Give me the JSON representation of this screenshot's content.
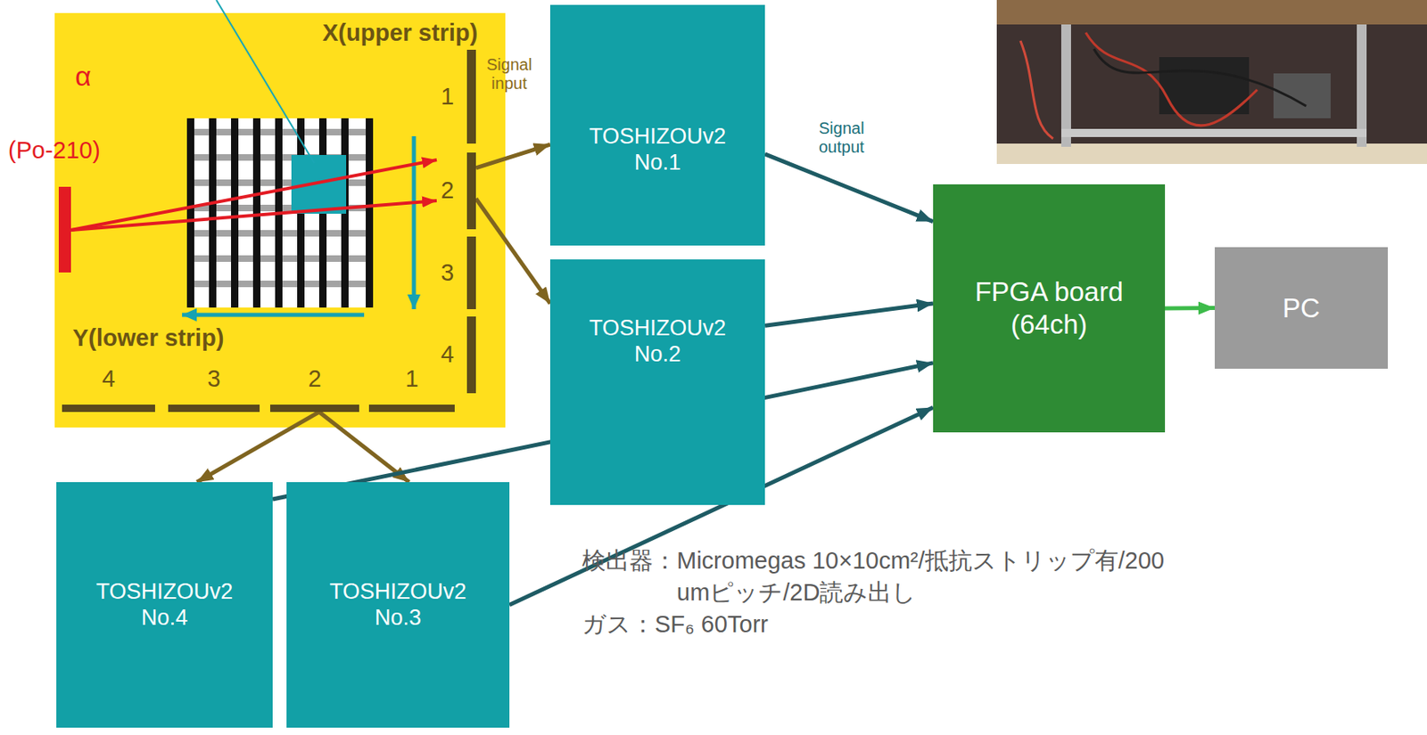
{
  "diagram": {
    "nodes": [
      {
        "text": [
          "X(upper strip)",
          "Y(lower strip)"
        ]
      },
      {
        "text": [
          "1"
        ],
        "in": 0
      },
      {
        "text": [
          "2"
        ],
        "in": 0
      },
      {
        "text": [
          "3"
        ],
        "in": 0
      },
      {
        "text": [
          "4"
        ],
        "in": 0
      },
      {
        "text": [
          "4"
        ],
        "in": 0
      },
      {
        "text": [
          "3"
        ],
        "in": 0
      },
      {
        "text": [
          "2"
        ],
        "in": 0
      },
      {
        "text": [
          "1"
        ],
        "in": 0
      },
      {
        "text": [
          "TOSHIZOUv2 No.1"
        ]
      },
      {
        "text": [
          "TOSHIZOUv2 No.2"
        ]
      },
      {
        "text": [
          "TOSHIZOUv2 No.4"
        ]
      },
      {
        "text": [
          "TOSHIZOUv2 No.3"
        ]
      },
      {
        "text": [
          "FPGA board (64ch)"
        ]
      },
      {
        "text": [
          "PC"
        ]
      }
    ],
    "edges": [
      {
        "from": 2,
        "to": 9,
        "arrow": "to",
        "label": "Signal input"
      },
      {
        "from": 2,
        "to": 10,
        "arrow": "to"
      },
      {
        "from": 7,
        "to": 11,
        "arrow": "to"
      },
      {
        "from": 7,
        "to": 12,
        "arrow": "to"
      },
      {
        "from": 9,
        "to": 13,
        "arrow": "to",
        "label": "Signal output"
      },
      {
        "from": 10,
        "to": 13,
        "arrow": "to"
      },
      {
        "from": 11,
        "to": 13,
        "arrow": "to"
      },
      {
        "from": 12,
        "to": 13,
        "arrow": "to"
      },
      {
        "from": 13,
        "to": 14,
        "arrow": "to"
      }
    ],
    "labels": [
      "α",
      "(Po-210)",
      "検出器：Micromegas 10×10cm²/抵抗ストリップ有/200umピッチ/2D読み出し",
      "ガス：SF₆ 60Torr"
    ]
  }
}
